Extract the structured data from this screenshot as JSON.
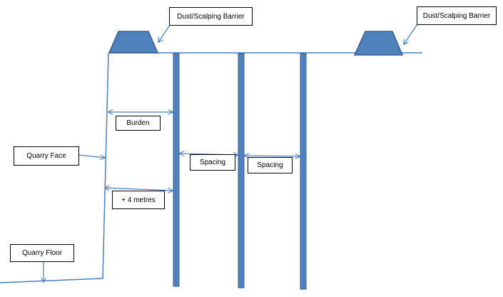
{
  "labels": {
    "barrier_left": "Dust/Scalping Barrier",
    "barrier_right": "Dust/Scalping Barrier",
    "burden": "Burden",
    "quarry_face": "Quarry Face",
    "spacing_1": "Spacing",
    "spacing_2": "Spacing",
    "plus_four_metres": "+ 4 metres",
    "quarry_floor": "Quarry Floor"
  },
  "colors": {
    "line": "#4A7EBB",
    "fill": "#4F81BD",
    "fill_stroke": "#385D8A",
    "box_border": "#000000"
  }
}
